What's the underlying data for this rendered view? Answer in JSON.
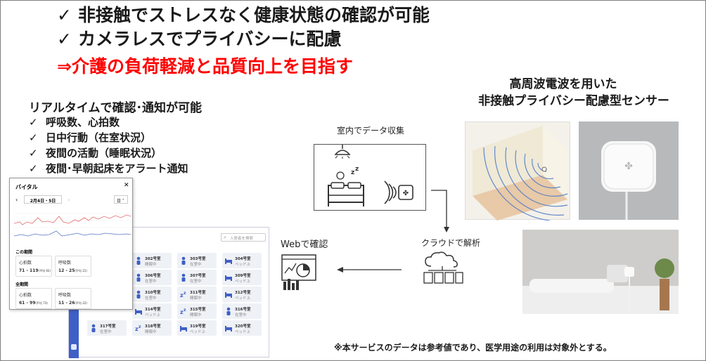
{
  "headline": {
    "line1": "非接触でストレスなく健康状態の確認が可能",
    "line2": "カメラレスでプライバシーに配慮",
    "line3": "⇒介護の負荷軽減と品質向上を目指す",
    "check": "✓"
  },
  "features": {
    "title": "リアルタイムで確認･通知が可能",
    "items": [
      "呼吸数、心拍数",
      "日中行動（在室状況）",
      "夜間の活動（睡眠状況）",
      "夜間･早朝起床をアラート通知"
    ]
  },
  "sensor": {
    "title_line1": "高周波電波を用いた",
    "title_line2": "非接触プライバシー配慮型センサー"
  },
  "flow": {
    "room_label": "室内でデータ収集",
    "cloud_label": "クラウドで解析",
    "web_label": "Webで確認"
  },
  "disclaimer": "※本サービスのデータは参考値であり、医学用途の利用は対象外とする。",
  "vital_panel": {
    "title": "バイタル",
    "date": "2月4日・5日",
    "period_select": "日",
    "this_period": "この期間",
    "all_period": "全期間",
    "hr_label": "心拍数",
    "rr_label": "呼吸数",
    "hr_this": "71 - 119",
    "hr_this_unit": "(平均 92)",
    "rr_this": "12 - 25",
    "rr_this_unit": "(平均 21)",
    "hr_all": "61 - 99",
    "hr_all_unit": "(平均 73)",
    "rr_all": "11 - 26",
    "rr_all_unit": "(平均 22)"
  },
  "dashboard": {
    "search_placeholder": "入居者を検索",
    "rooms": [
      {
        "name": "302号室",
        "status": "睡眠中",
        "icon": "person-icon"
      },
      {
        "name": "303号室",
        "status": "在室中",
        "icon": "person-icon"
      },
      {
        "name": "304号室",
        "status": "ベッド上",
        "icon": "bed-icon"
      },
      {
        "name": "306号室",
        "status": "在室中",
        "icon": "person-icon"
      },
      {
        "name": "307号室",
        "status": "在室中",
        "icon": "person-icon"
      },
      {
        "name": "309号室",
        "status": "ベッド上",
        "icon": "bed-icon"
      },
      {
        "name": "310号室",
        "status": "在室中",
        "icon": "person-icon"
      },
      {
        "name": "311号室",
        "status": "睡眠中",
        "icon": "sleep-icon"
      },
      {
        "name": "312号室",
        "status": "ベッド上",
        "icon": "bed-icon"
      },
      {
        "name": "314号室",
        "status": "ベッド上",
        "icon": "bed-icon"
      },
      {
        "name": "315号室",
        "status": "睡眠中",
        "icon": "sleep-icon"
      },
      {
        "name": "316号室",
        "status": "在室中",
        "icon": "person-icon"
      },
      {
        "name": "317号室",
        "status": "在室中",
        "icon": "person-icon"
      },
      {
        "name": "318号室",
        "status": "睡眠中",
        "icon": "sleep-icon"
      },
      {
        "name": "319号室",
        "status": "ベッド上",
        "icon": "bed-icon"
      },
      {
        "name": "320号室",
        "status": "ベッド上",
        "icon": "bed-icon"
      }
    ]
  }
}
